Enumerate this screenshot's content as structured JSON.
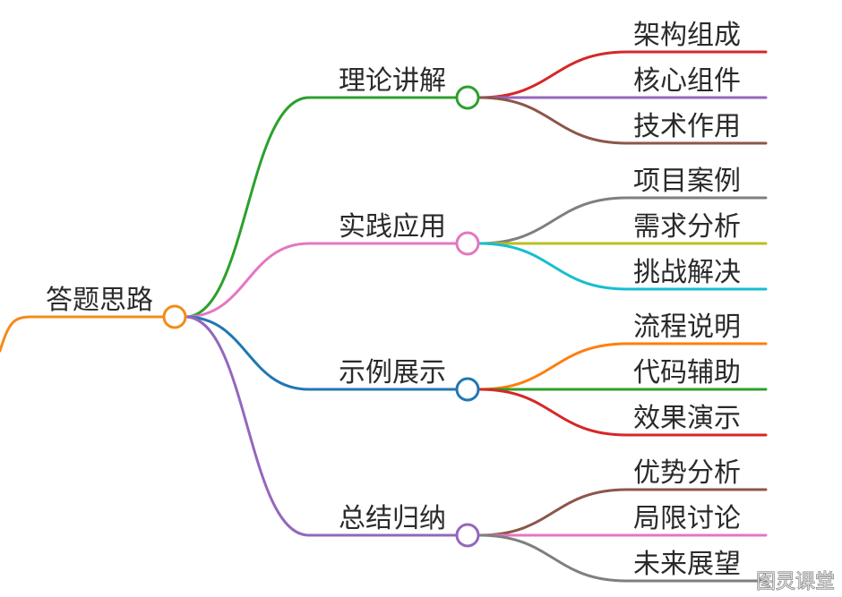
{
  "root": {
    "label": "答题思路",
    "color": "#f28c1a"
  },
  "branches": [
    {
      "label": "理论讲解",
      "color": "#2ca02c",
      "children": [
        {
          "label": "架构组成",
          "color": "#d62728"
        },
        {
          "label": "核心组件",
          "color": "#9467bd"
        },
        {
          "label": "技术作用",
          "color": "#8c564b"
        }
      ]
    },
    {
      "label": "实践应用",
      "color": "#e377c2",
      "children": [
        {
          "label": "项目案例",
          "color": "#7f7f7f"
        },
        {
          "label": "需求分析",
          "color": "#bcbd22"
        },
        {
          "label": "挑战解决",
          "color": "#17becf"
        }
      ]
    },
    {
      "label": "示例展示",
      "color": "#1f77b4",
      "children": [
        {
          "label": "流程说明",
          "color": "#ff7f0e"
        },
        {
          "label": "代码辅助",
          "color": "#2ca02c"
        },
        {
          "label": "效果演示",
          "color": "#d62728"
        }
      ]
    },
    {
      "label": "总结归纳",
      "color": "#9467bd",
      "children": [
        {
          "label": "优势分析",
          "color": "#8c564b"
        },
        {
          "label": "局限讨论",
          "color": "#e377c2"
        },
        {
          "label": "未来展望",
          "color": "#7f7f7f"
        }
      ]
    }
  ],
  "watermark": "图灵课堂"
}
